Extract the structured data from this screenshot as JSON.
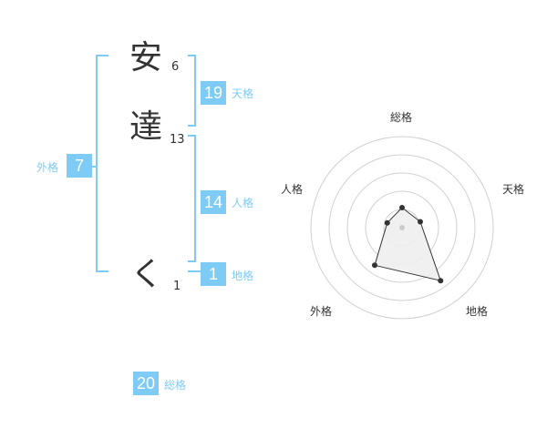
{
  "name": {
    "chars": [
      {
        "char": "安",
        "strokes": "6"
      },
      {
        "char": "達",
        "strokes": "13"
      },
      {
        "char": "く",
        "strokes": "1"
      }
    ]
  },
  "fortune": {
    "tenkaku": {
      "value": "19",
      "label": "天格"
    },
    "jinkaku": {
      "value": "14",
      "label": "人格"
    },
    "chikaku": {
      "value": "1",
      "label": "地格"
    },
    "gaikaku": {
      "value": "7",
      "label": "外格"
    },
    "soukaku": {
      "value": "20",
      "label": "総格"
    }
  },
  "colors": {
    "accent": "#7ecbf6",
    "text": "#333333",
    "ring": "#d0d0d0",
    "radar_fill": "#eeeeee"
  },
  "radar": {
    "axes": [
      "総格",
      "天格",
      "地格",
      "外格",
      "人格"
    ],
    "max": 5,
    "rings": 5,
    "values": {
      "総格": 1.1,
      "天格": 1.05,
      "地格": 3.6,
      "外格": 2.55,
      "人格": 0.85
    }
  }
}
